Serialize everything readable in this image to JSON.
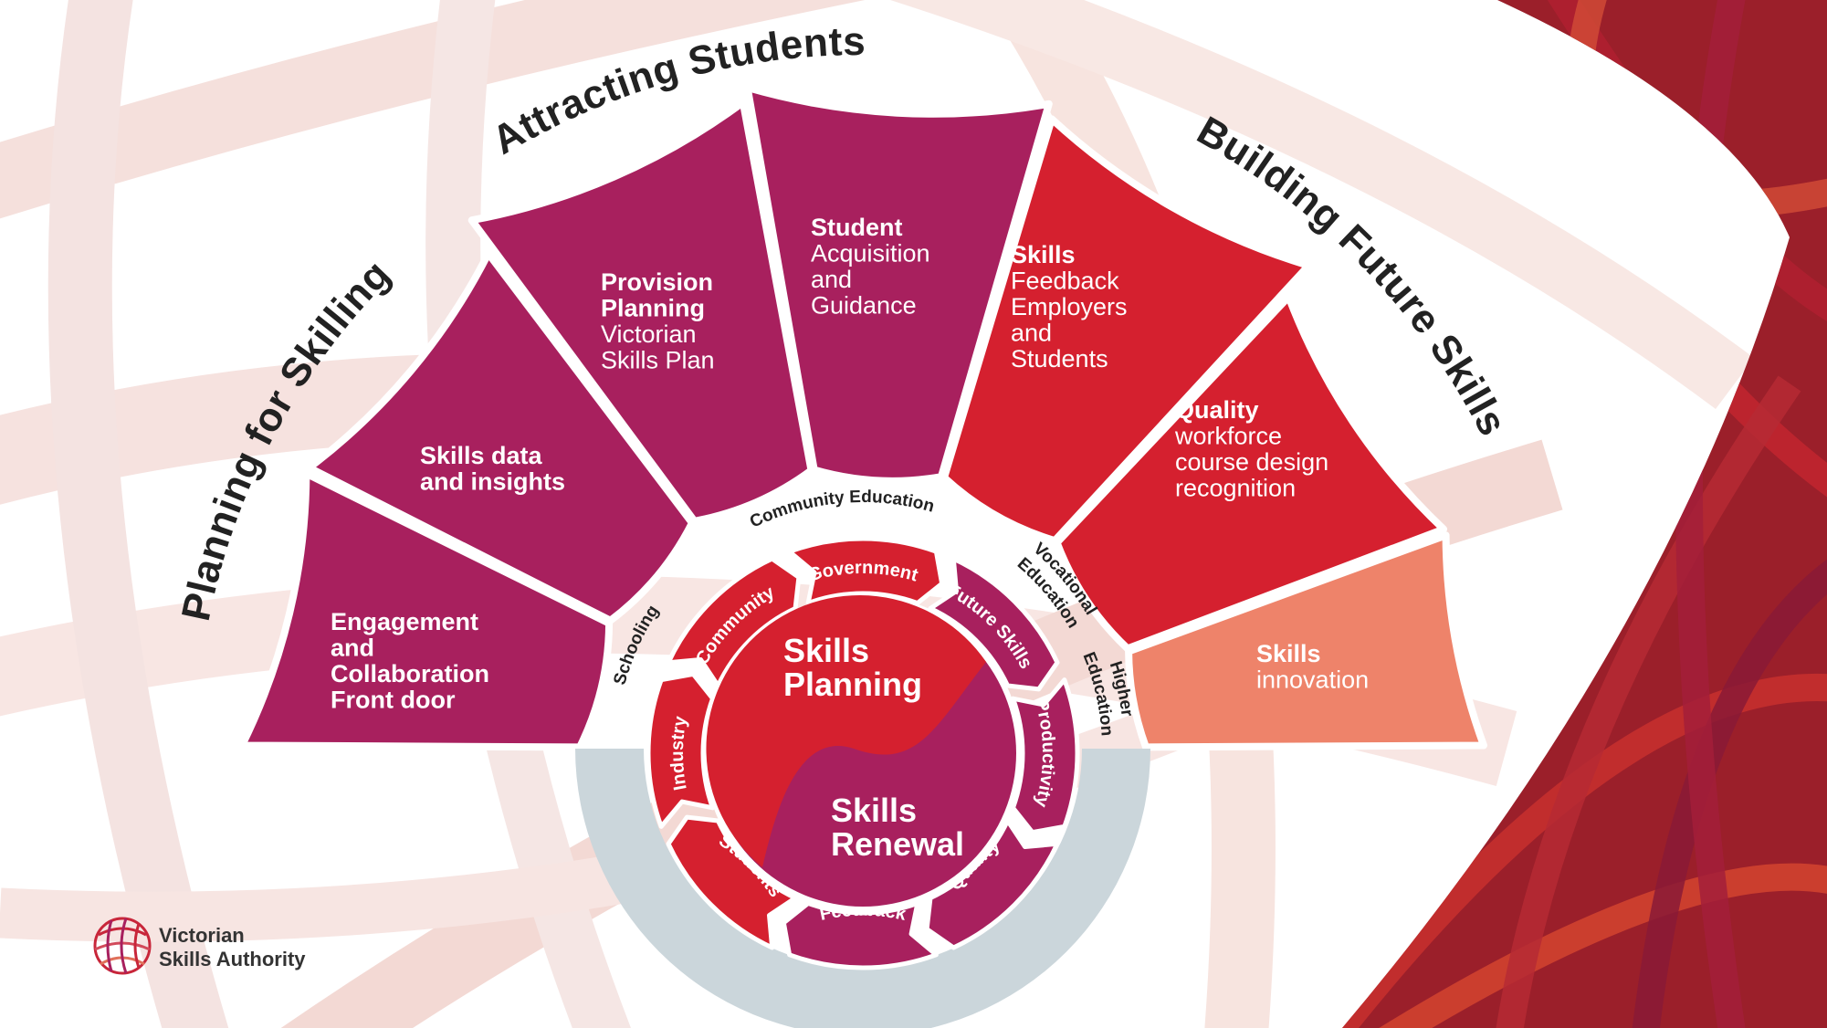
{
  "pillars": {
    "left": "Planning for Skilling",
    "top": "Attracting Students",
    "right": "Building Future Skills"
  },
  "segments": [
    {
      "head": [
        "Engagement",
        "and",
        "Collaboration",
        "Front door"
      ],
      "body": [],
      "color": "#a8205e"
    },
    {
      "head": [
        "Skills data",
        "and insights"
      ],
      "body": [],
      "color": "#a8205e"
    },
    {
      "head": [
        "Provision",
        "Planning"
      ],
      "body": [
        "Victorian",
        "Skills Plan"
      ],
      "color": "#a8205e"
    },
    {
      "head": [
        "Student"
      ],
      "body": [
        "Acquisition",
        "and",
        "Guidance"
      ],
      "color": "#a8205e"
    },
    {
      "head": [
        "Skills"
      ],
      "body": [
        "Feedback",
        "Employers",
        "and",
        "Students"
      ],
      "color": "#d5202f"
    },
    {
      "head": [
        "Quality"
      ],
      "body": [
        "workforce",
        "course design",
        "recognition"
      ],
      "color": "#d5202f"
    },
    {
      "head": [
        "Skills"
      ],
      "body": [
        "innovation"
      ],
      "color": "#ee836a"
    }
  ],
  "education_band": {
    "schooling": "Schooling",
    "community": "Community Education",
    "vocational": [
      "Vocational",
      "Education"
    ],
    "higher": [
      "Higher",
      "Education"
    ]
  },
  "ring_items": [
    "Government",
    "Future Skills",
    "Productivity",
    "Quality",
    "Feedback",
    "Students",
    "Industry",
    "Community"
  ],
  "core": {
    "top": [
      "Skills",
      "Planning"
    ],
    "bottom": [
      "Skills",
      "Renewal"
    ]
  },
  "logo": {
    "line1": "Victorian",
    "line2": "Skills Authority"
  },
  "colors": {
    "magenta": "#a8205e",
    "red": "#d5202f",
    "salmon": "#ee836a",
    "band": "#cbd6db"
  }
}
